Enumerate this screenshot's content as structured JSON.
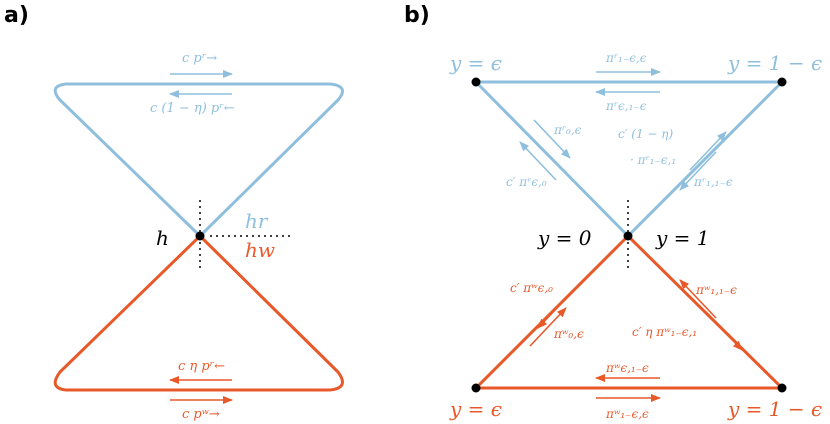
{
  "colors": {
    "read": "#8fbfdc",
    "write": "#e8592a",
    "node": "#000000"
  },
  "panel_a": {
    "label": "a)",
    "node_label": "h",
    "branch_top": "hr",
    "branch_bottom": "hw",
    "top_arrow_upper": "c pʳ→",
    "top_arrow_lower": "c (1 − η) pʳ←",
    "bottom_arrow_upper": "c η pʳ←",
    "bottom_arrow_lower": "c pʷ→"
  },
  "panel_b": {
    "label": "b)",
    "center_left": "y = 0",
    "center_right": "y = 1",
    "top_left": "y = ϵ",
    "top_right": "y = 1 − ϵ",
    "bottom_left": "y = ϵ",
    "bottom_right": "y = 1 − ϵ",
    "top_edge_upper": "πʳ₁₋ϵ,ϵ",
    "top_edge_lower": "πʳϵ,₁₋ϵ",
    "left_upper_in": "πʳ₀,ϵ",
    "left_upper_out": "c′ πʳϵ,₀",
    "right_upper_a": "c′ (1 − η)",
    "right_upper_b": "· πʳ₁₋ϵ,₁",
    "right_upper_c": "πʳ₁,₁₋ϵ",
    "left_lower_out": "c′ πʷϵ,₀",
    "left_lower_in": "πʷ₀,ϵ",
    "right_lower_a": "πʷ₁,₁₋ϵ",
    "right_lower_b": "c′ η πʷ₁₋ϵ,₁",
    "bottom_edge_upper": "πʷϵ,₁₋ϵ",
    "bottom_edge_lower": "πʷ₁₋ϵ,ϵ"
  }
}
